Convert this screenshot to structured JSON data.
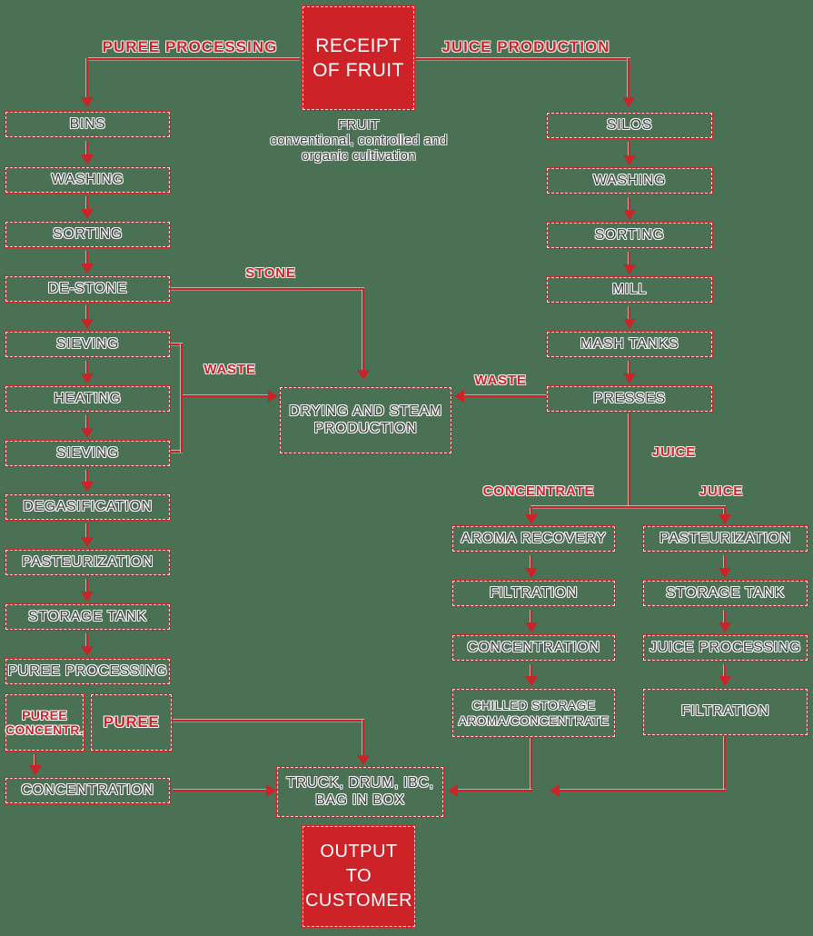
{
  "colors": {
    "background": "#4a7153",
    "red": "#cc2228",
    "ink": "#3b3b3c",
    "white": "#ffffff"
  },
  "branch_titles": {
    "puree": "PUREE PROCESSING",
    "juice": "JUICE PRODUCTION"
  },
  "receipt_box": {
    "line1": "RECEIPT",
    "line2": "OF FRUIT"
  },
  "fruit_caption": {
    "line1": "FRUIT",
    "line2": "conventional, controlled and",
    "line3": "organic cultivation"
  },
  "puree_line": {
    "bins": "BINS",
    "washing": "WASHING",
    "sorting": "SORTING",
    "de_stone": "DE-STONE",
    "sieving_1": "SIEVING",
    "heating": "HEATING",
    "sieving_2": "SIEVING",
    "degasification": "DEGASIFICATION",
    "pasteurization": "PASTEURIZATION",
    "storage_tank": "STORAGE TANK",
    "puree_processing": "PUREE PROCESSING",
    "puree_concentrate_line1": "PUREE",
    "puree_concentrate_line2": "CONCENTR.",
    "puree": "PUREE",
    "concentration": "CONCENTRATION"
  },
  "juice_line": {
    "silos": "SILOS",
    "washing": "WASHING",
    "sorting": "SORTING",
    "mill": "MILL",
    "mash_tanks": "MASH TANKS",
    "presses": "PRESSES"
  },
  "concentrate_line": {
    "aroma_recovery": "AROMA RECOVERY",
    "filtration": "FILTRATION",
    "concentration": "CONCENTRATION",
    "chilled_storage_line1": "CHILLED STORAGE",
    "chilled_storage_line2": "AROMA/CONCENTRATE"
  },
  "juice_branch_line": {
    "pasteurization": "PASTEURIZATION",
    "storage_tank": "STORAGE TANK",
    "juice_processing": "JUICE PROCESSING",
    "filtration": "FILTRATION"
  },
  "center": {
    "drying_line1": "DRYING AND STEAM",
    "drying_line2": "PRODUCTION",
    "truck_line1": "TRUCK, DRUM, IBC,",
    "truck_line2": "BAG IN BOX"
  },
  "output_box": {
    "line1": "OUTPUT",
    "line2": "TO",
    "line3": "CUSTOMER"
  },
  "flow_labels": {
    "stone": "STONE",
    "waste_puree": "WASTE",
    "waste_juice": "WASTE",
    "juice_from_presses": "JUICE",
    "concentrate_branch": "CONCENTRATE",
    "juice_branch": "JUICE"
  }
}
